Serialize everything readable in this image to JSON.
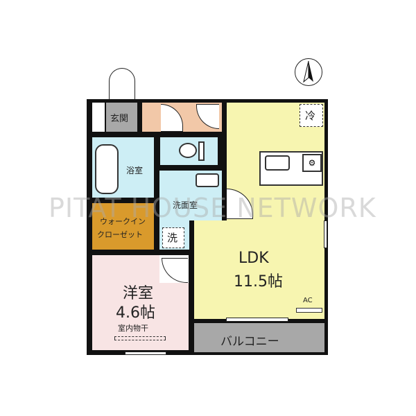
{
  "plan": {
    "rooms": {
      "entrance": "玄関",
      "bath": "浴室",
      "washroom": "洗面室",
      "walk_in_closet_line1": "ウォークイン",
      "walk_in_closet_line2": "クローゼット",
      "ldk_name": "LDK",
      "ldk_size": "11.5帖",
      "western_name": "洋室",
      "western_size": "4.6帖",
      "indoor_drying": "室内物干",
      "balcony": "バルコニー"
    },
    "fixtures": {
      "fridge": "冷",
      "washer": "洗",
      "ac": "AC"
    },
    "watermark": "PITAT HOUSE NETWORK",
    "colors": {
      "ldk": "#f7f5b0",
      "western": "#f8e4e4",
      "wet": "#cdeef5",
      "closet": "#d99a2c",
      "corridor": "#f2c8a8",
      "gray": "#a8a8a8"
    }
  }
}
